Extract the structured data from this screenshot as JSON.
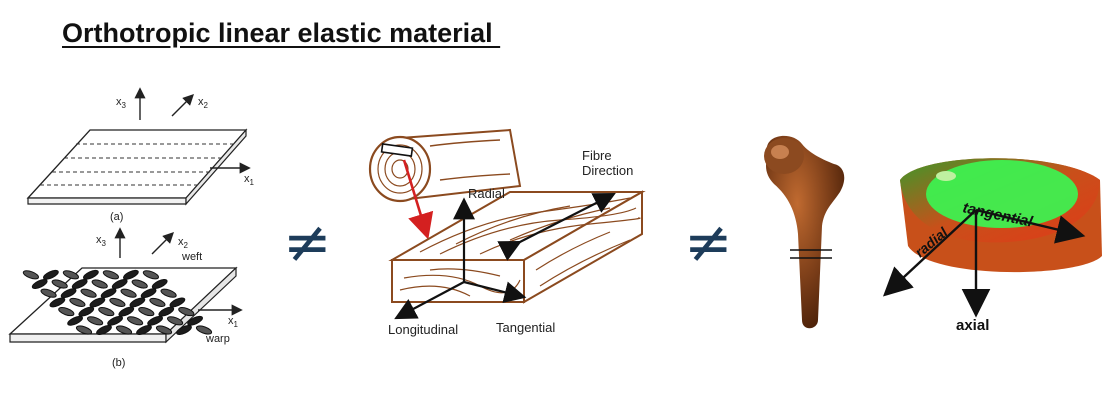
{
  "title": "Orthotropic linear elastic material ",
  "separator_symbol": "≠",
  "composite": {
    "axis_x3": "x",
    "axis_x3_sub": "3",
    "axis_x2": "x",
    "axis_x2_sub": "2",
    "axis_x1": "x",
    "axis_x1_sub": "1",
    "caption_a": "(a)",
    "caption_b": "(b)",
    "weft_label": "weft",
    "warp_label": "warp"
  },
  "wood": {
    "fibre_label": "Fibre",
    "direction_label": "Direction",
    "radial_label": "Radial",
    "longitudinal_label": "Longitudinal",
    "tangential_label": "Tangential"
  },
  "bone": {
    "tangential_label": "tangential",
    "radial_label": "radial",
    "axial_label": "axial"
  },
  "colors": {
    "wood_brown": "#8b4a1f",
    "red_arrow": "#d42020",
    "separator": "#1d3c5a",
    "bone_brown": "#7a3d18",
    "bone_red": "#d23a1a",
    "bone_green": "#3ef050"
  }
}
